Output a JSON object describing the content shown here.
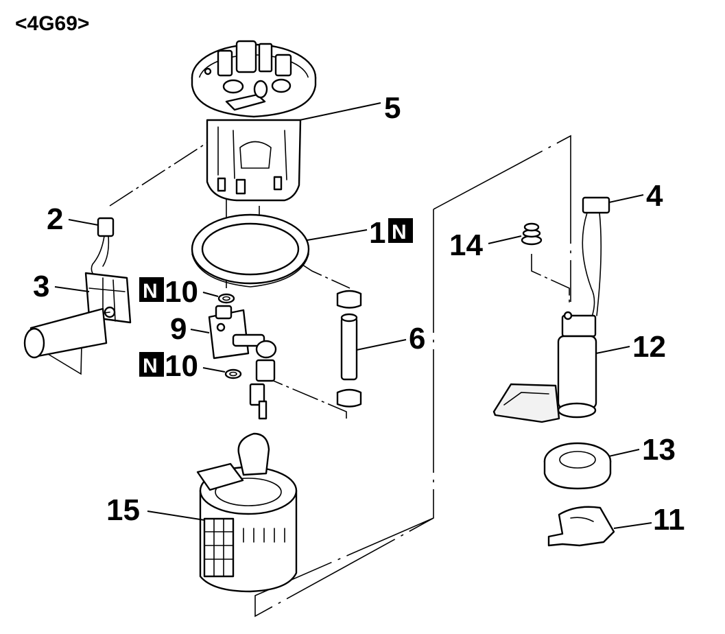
{
  "header": {
    "engine_code": "<4G69>"
  },
  "new_part_mark": "N",
  "callouts": {
    "c1": "1",
    "c2": "2",
    "c3": "3",
    "c4": "4",
    "c5": "5",
    "c6": "6",
    "c9": "9",
    "c10a": "10",
    "c10b": "10",
    "c11": "11",
    "c12": "12",
    "c13": "13",
    "c14": "14",
    "c15": "15"
  }
}
